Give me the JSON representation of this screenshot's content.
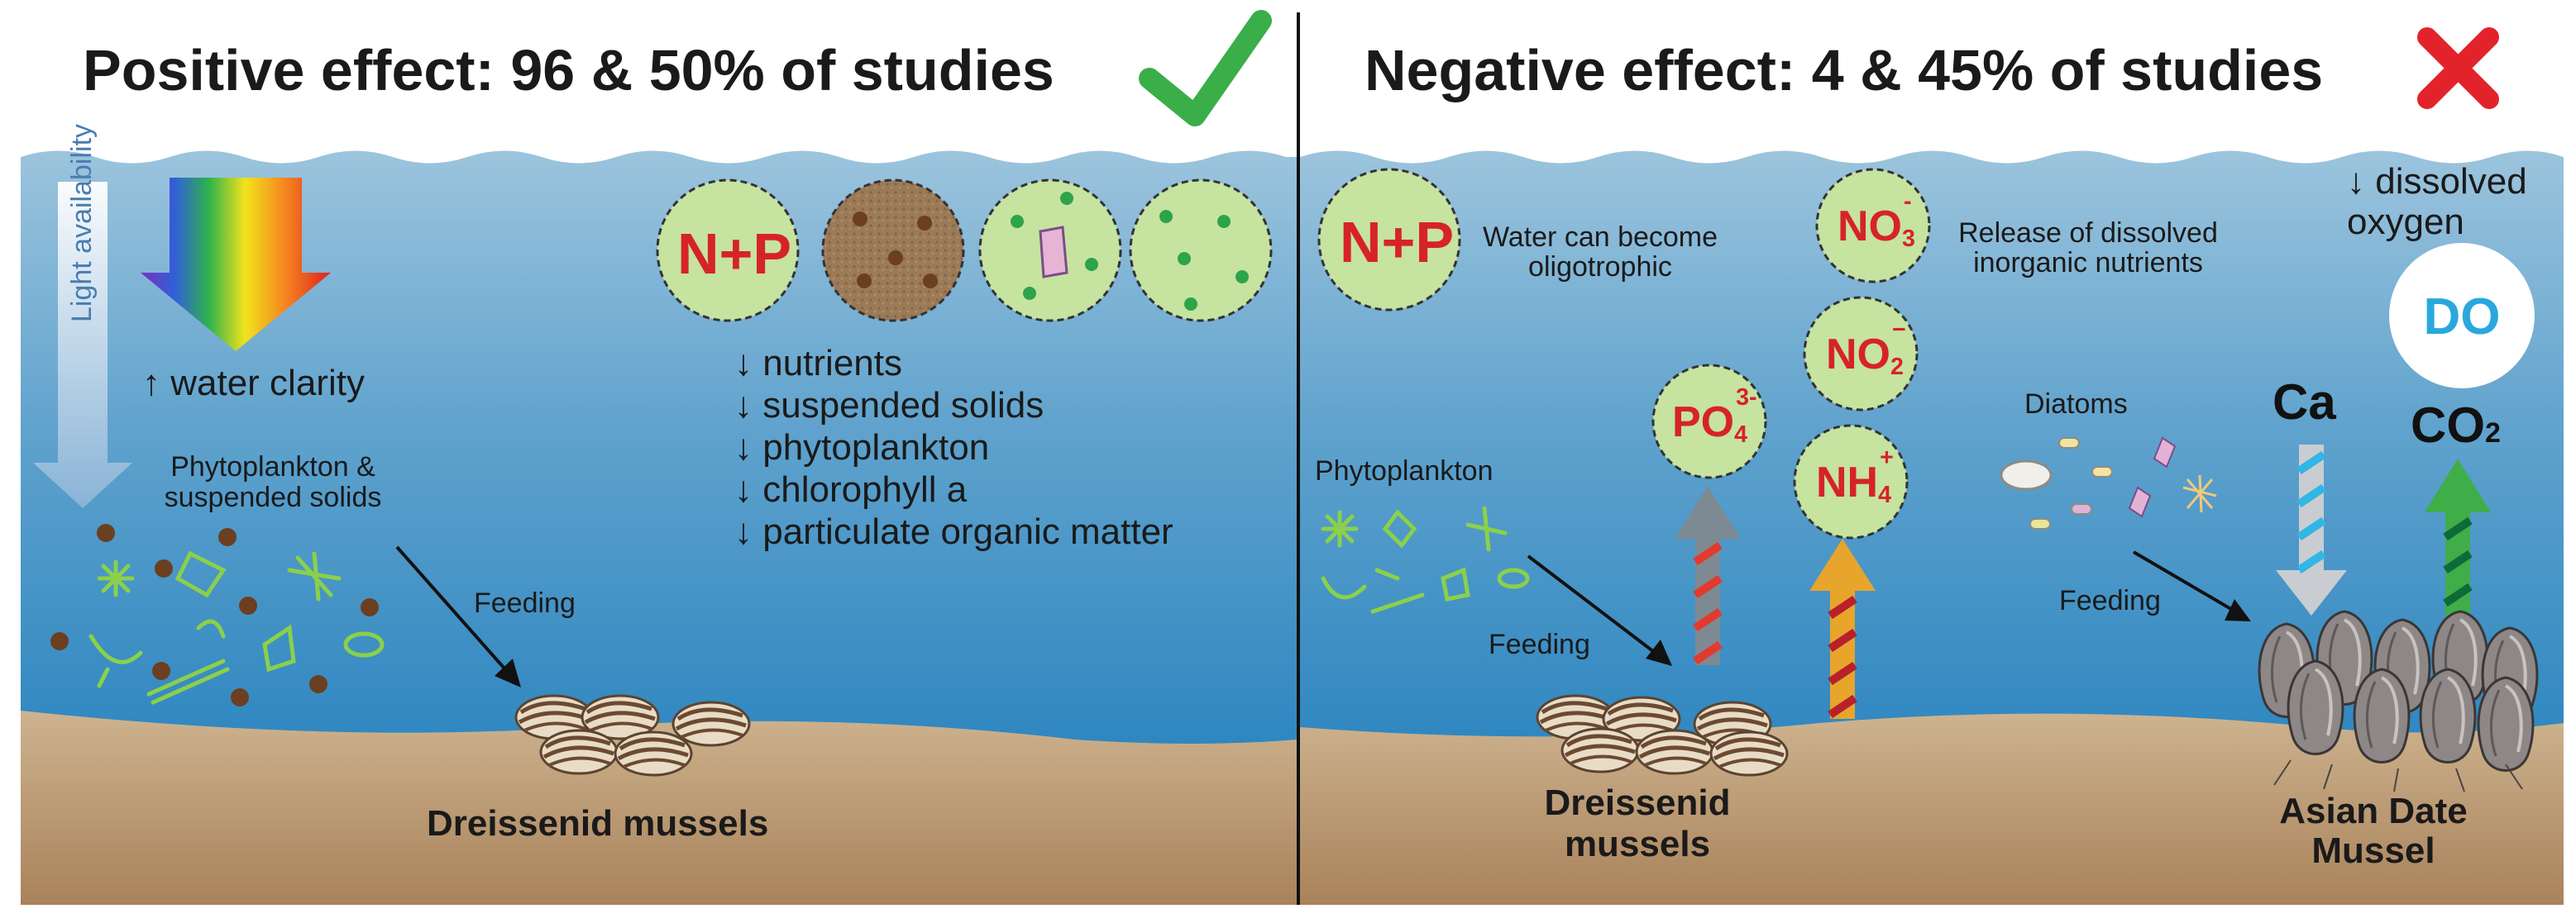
{
  "panels": {
    "positive": {
      "title": "Positive effect: 96 & 50% of studies",
      "light_label": "Light availability",
      "water_clarity": "↑ water clarity",
      "phyto_label_1": "Phytoplankton &",
      "phyto_label_2": "suspended solids",
      "feeding": "Feeding",
      "mussel_label": "Dreissenid mussels",
      "np_label": "N+P",
      "reductions": [
        "↓ nutrients",
        "↓ suspended solids",
        "↓ phytoplankton",
        "↓ chlorophyll a",
        "↓ particulate organic matter"
      ]
    },
    "negative": {
      "title": "Negative effect: 4 & 45% of studies",
      "np_label": "N+P",
      "oligo_1": "Water can become",
      "oligo_2": "oligotrophic",
      "release_1": "Release of dissolved",
      "release_2": "inorganic nutrients",
      "dissolved_1": "↓ dissolved",
      "dissolved_2": "oxygen",
      "do_label": "DO",
      "phyto_label": "Phytoplankton",
      "feeding_left": "Feeding",
      "diatoms": "Diatoms",
      "feeding_right": "Feeding",
      "dreissenid_1": "Dreissenid",
      "dreissenid_2": "mussels",
      "asian_1": "Asian Date",
      "asian_2": "Mussel",
      "ca": "Ca",
      "co2_main": "CO",
      "co2_sub": "2",
      "nutrients": {
        "no3": {
          "base": "NO",
          "sub": "3",
          "sup": "-"
        },
        "no2": {
          "base": "NO",
          "sub": "2",
          "sup": "−"
        },
        "nh4": {
          "base": "NH",
          "sub": "4",
          "sup": "+"
        },
        "po4": {
          "base": "PO",
          "sub": "4",
          "sup": "3-"
        }
      }
    }
  },
  "colors": {
    "water_top": "#8fbcd8",
    "water_bottom": "#2f88c2",
    "sediment": "#c9ad8a",
    "circle_fill": "#c6e3a0",
    "nutrient_red": "#d6232a",
    "check_green": "#3aae49",
    "cross_red": "#e3232c",
    "do_blue": "#29a8de"
  }
}
